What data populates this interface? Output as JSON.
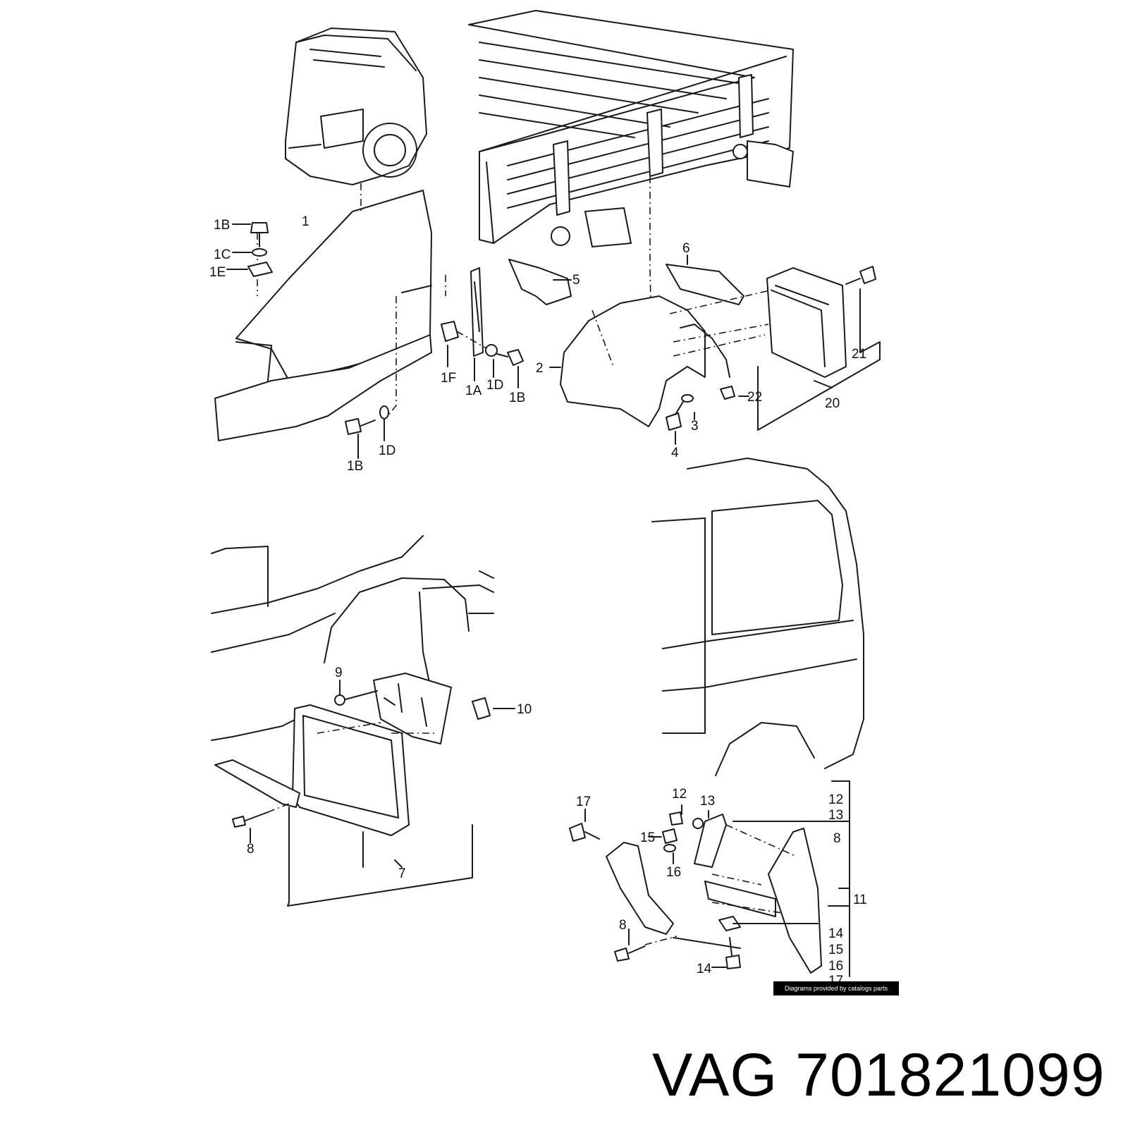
{
  "diagram": {
    "callouts": {
      "c1B_a": "1B",
      "c1C": "1C",
      "c1E": "1E",
      "c1": "1",
      "c1F": "1F",
      "c1A": "1A",
      "c1D_a": "1D",
      "c1B_b": "1B",
      "c1B_c": "1B",
      "c1D_b": "1D",
      "c2": "2",
      "c3": "3",
      "c4": "4",
      "c5": "5",
      "c6": "6",
      "c20": "20",
      "c21": "21",
      "c22": "22",
      "c7": "7",
      "c8_a": "8",
      "c9": "9",
      "c10": "10",
      "c17": "17",
      "c12_a": "12",
      "c13_a": "13",
      "c15": "15",
      "c16_a": "16",
      "c8_b": "8",
      "c14_a": "14",
      "c12_b": "12",
      "c13_b": "13",
      "c8_c": "8",
      "c11": "11",
      "c14_b": "14",
      "c15_b": "15",
      "c16_b": "16",
      "c17_b": "17"
    }
  },
  "credit_text": "Diagrams provided by catalogs parts",
  "footer_text": "VAG 701821099"
}
